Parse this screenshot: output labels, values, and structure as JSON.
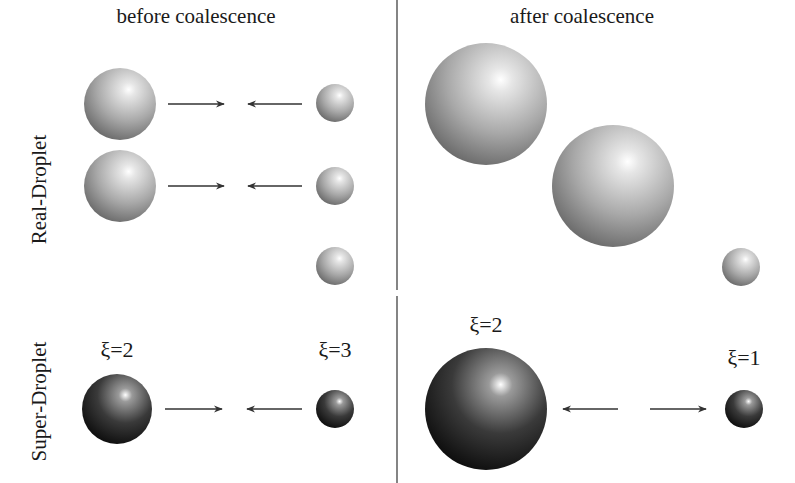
{
  "diagram": {
    "labels": [
      "before coalescence",
      "after coalescence",
      "Real-Droplet",
      "Super-Droplet",
      "ξ=2",
      "ξ=3",
      "ξ=2",
      "ξ=1"
    ]
  }
}
